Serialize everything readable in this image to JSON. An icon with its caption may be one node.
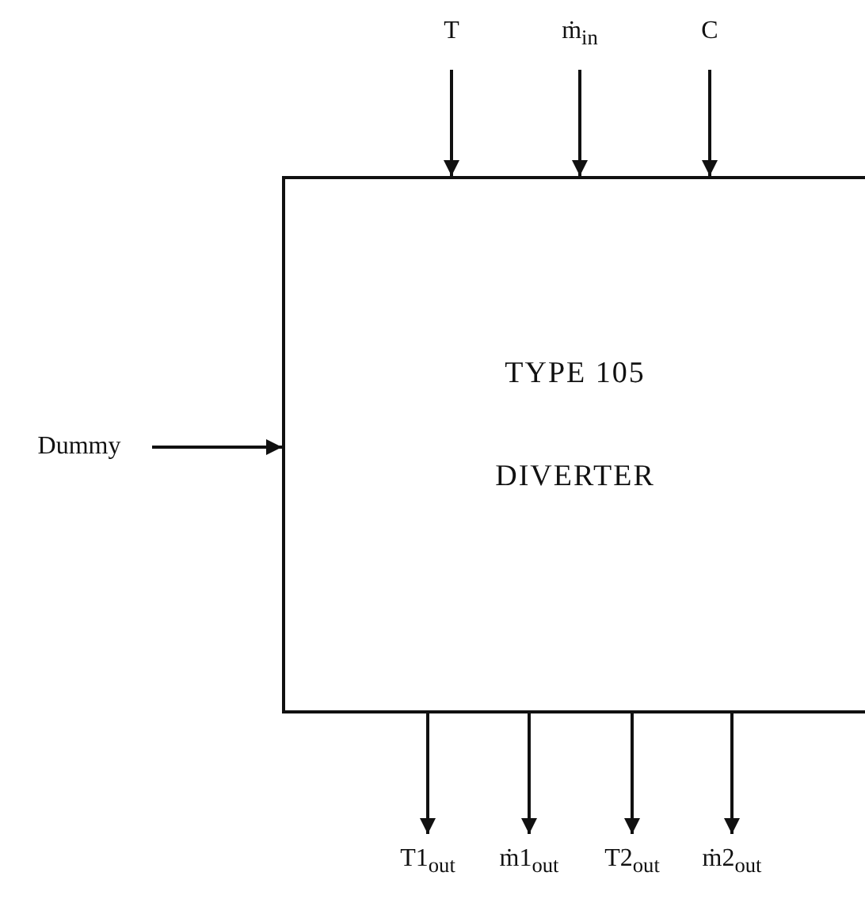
{
  "diagram": {
    "nodes": [
      {
        "text": [
          "TYPE 105",
          "DIVERTER"
        ]
      },
      {
        "text": [
          "T"
        ]
      },
      {
        "text": [
          "ṁ$_{in}$"
        ]
      },
      {
        "text": [
          "C"
        ]
      },
      {
        "text": [
          "Dummy"
        ]
      },
      {
        "text": [
          "T1$_{out}$"
        ]
      },
      {
        "text": [
          "ṁ1$_{out}$"
        ]
      },
      {
        "text": [
          "T2$_{out}$"
        ]
      },
      {
        "text": [
          "ṁ2$_{out}$"
        ]
      }
    ],
    "edges": [
      {
        "from": 1,
        "to": 0,
        "arrow": "to"
      },
      {
        "from": 2,
        "to": 0,
        "arrow": "to"
      },
      {
        "from": 3,
        "to": 0,
        "arrow": "to"
      },
      {
        "from": 4,
        "to": 0,
        "arrow": "to"
      },
      {
        "from": 0,
        "to": 5,
        "arrow": "to"
      },
      {
        "from": 0,
        "to": 6,
        "arrow": "to"
      },
      {
        "from": 0,
        "to": 7,
        "arrow": "to"
      },
      {
        "from": 0,
        "to": 8,
        "arrow": "to"
      }
    ]
  }
}
